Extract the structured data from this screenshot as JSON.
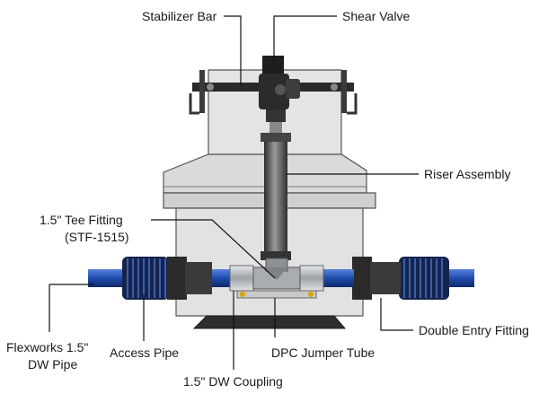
{
  "labels": {
    "stabilizer_bar": "Stabilizer Bar",
    "shear_valve": "Shear Valve",
    "riser_assembly": "Riser Assembly",
    "tee_fitting_line1": "1.5\" Tee Fitting",
    "tee_fitting_line2": "(STF-1515)",
    "flexworks_line1": "Flexworks 1.5\"",
    "flexworks_line2": "DW Pipe",
    "access_pipe": "Access Pipe",
    "dpc_jumper_tube": "DPC Jumper Tube",
    "double_entry_fitting": "Double Entry Fitting",
    "dw_coupling": "1.5\" DW Coupling"
  },
  "colors": {
    "sump_fill": "#dcdcdc",
    "sump_stroke": "#555555",
    "pipe_blue": "#1f4fb0",
    "bellows_dark": "#10204a",
    "metal": "#b8bcc2",
    "dark_part": "#2b2b2b"
  }
}
